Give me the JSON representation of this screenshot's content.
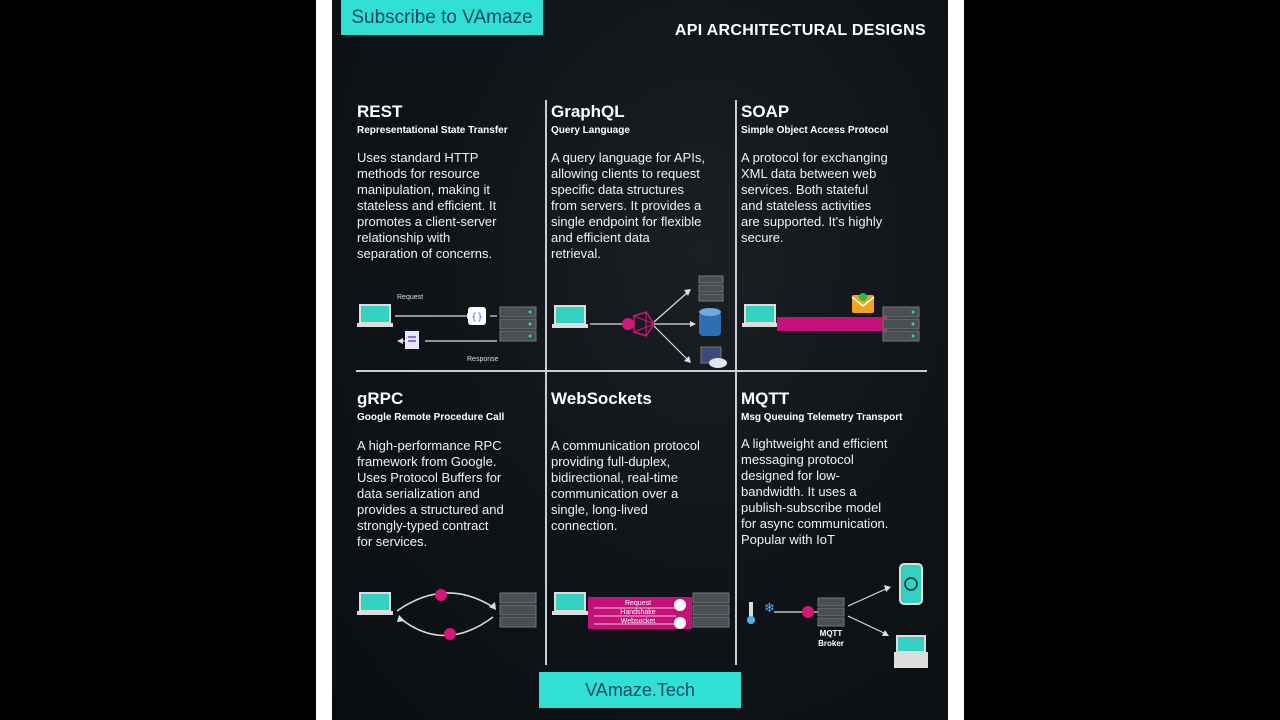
{
  "overlay": {
    "subscribe_label": "Subscribe to VAmaze",
    "footer_label": "VAmaze.Tech"
  },
  "poster": {
    "title": "API ARCHITECTURAL DESIGNS",
    "cells": [
      {
        "title": "REST",
        "subtitle": "Representational State Transfer",
        "desc": "Uses standard HTTP\nmethods for resource\nmanipulation, making it\nstateless and efficient. It\npromotes a client-server\nrelationship with\nseparation of concerns.",
        "labels": {
          "request": "Request",
          "response": "Response"
        }
      },
      {
        "title": "GraphQL",
        "subtitle": "Query Language",
        "desc": "A query language for APIs,\nallowing clients to request\nspecific data structures\nfrom servers. It provides a\nsingle endpoint for flexible\nand efficient data\nretrieval."
      },
      {
        "title": "SOAP",
        "subtitle": "Simple Object Access Protocol",
        "desc": "A protocol for exchanging\nXML data between web\nservices. Both stateful\nand stateless activities\nare supported. It's highly\nsecure."
      },
      {
        "title": "gRPC",
        "subtitle": "Google Remote Procedure Call",
        "desc": "A high-performance RPC\nframework from Google.\nUses Protocol Buffers for\ndata serialization and\nprovides a structured and\nstrongly-typed contract\nfor services."
      },
      {
        "title": "WebSockets",
        "subtitle": "",
        "desc": "A communication protocol\nproviding full-duplex,\nbidirectional, real-time\ncommunication over a\nsingle, long-lived\nconnection.",
        "labels": {
          "request": "Request",
          "handshake": "Handshake",
          "websocket": "Websocket"
        }
      },
      {
        "title": "MQTT",
        "subtitle": "Msg Queuing Telemetry Transport",
        "desc": "A lightweight and efficient\nmessaging protocol\ndesigned for low-\nbandwidth. It uses a\npublish-subscribe model\nfor async communication.\nPopular with IoT",
        "labels": {
          "broker_line1": "MQTT",
          "broker_line2": "Broker"
        }
      }
    ]
  },
  "colors": {
    "accent": "#2fe0d3",
    "magenta": "#d6167a",
    "divider": "#c9cdd1",
    "laptop_screen": "#35d1c0"
  },
  "icons": [
    "laptop-icon",
    "server-rack-icon",
    "json-braces-icon",
    "document-icon",
    "graph-node-icon",
    "database-icon",
    "cloud-server-icon",
    "envelope-icon",
    "thermometer-icon",
    "snowflake-icon",
    "phone-icon"
  ]
}
